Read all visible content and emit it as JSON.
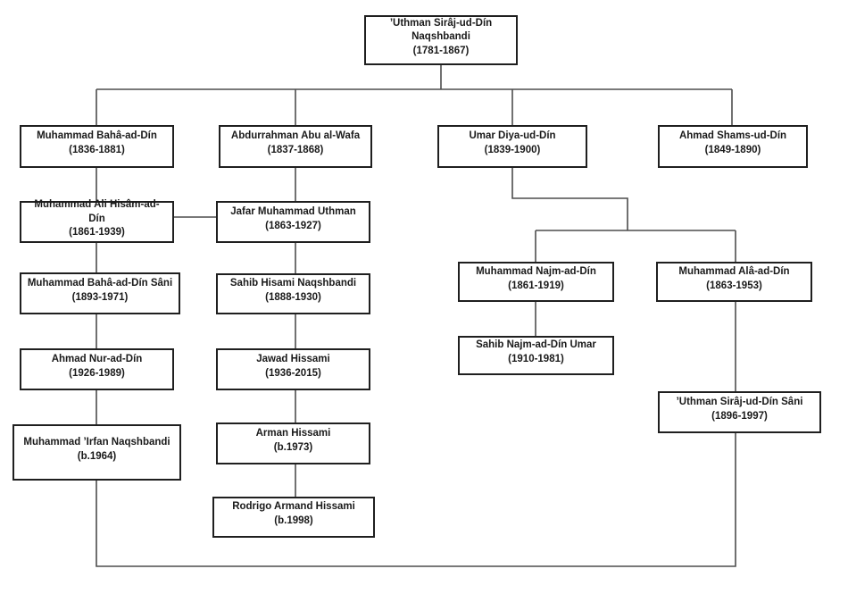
{
  "colors": {
    "background": "#ffffff",
    "border": "#1f1f1f",
    "line": "#4d4d4d",
    "text": "#1a1a1a"
  },
  "nodes": [
    {
      "name": "’Uthman Sirâj-ud-Dín Naqshbandi",
      "dates": "(1781-1867)"
    },
    {
      "name": "Muhammad Bahâ-ad-Dín",
      "dates": "(1836-1881)"
    },
    {
      "name": "Abdurrahman Abu al-Wafa",
      "dates": "(1837-1868)"
    },
    {
      "name": "Umar Diya-ud-Dín",
      "dates": "(1839-1900)"
    },
    {
      "name": "Ahmad Shams-ud-Dín",
      "dates": "(1849-1890)"
    },
    {
      "name": "Muhammad Ali Hisâm-ad-Dín",
      "dates": "(1861-1939)"
    },
    {
      "name": "Jafar Muhammad Uthman",
      "dates": "(1863-1927)"
    },
    {
      "name": "Muhammad Bahâ-ad-Dín Sâni",
      "dates": "(1893-1971)"
    },
    {
      "name": "Sahib Hisami Naqshbandi",
      "dates": "(1888-1930)"
    },
    {
      "name": "Ahmad Nur-ad-Dín",
      "dates": "(1926-1989)"
    },
    {
      "name": "Jawad Hissami",
      "dates": "(1936-2015)"
    },
    {
      "name": "Muhammad ’Irfan Naqshbandi",
      "dates": "(b.1964)"
    },
    {
      "name": "Arman Hissami",
      "dates": "(b.1973)"
    },
    {
      "name": "Rodrigo Armand Hissami",
      "dates": "(b.1998)"
    },
    {
      "name": "Muhammad Najm-ad-Dín",
      "dates": "(1861-1919)"
    },
    {
      "name": "Muhammad Alâ-ad-Dín",
      "dates": "(1863-1953)"
    },
    {
      "name": "Sahib Najm-ad-Dín Umar",
      "dates": "(1910-1981)"
    },
    {
      "name": "’Uthman Sirâj-ud-Dín Sâni",
      "dates": "(1896-1997)"
    }
  ]
}
